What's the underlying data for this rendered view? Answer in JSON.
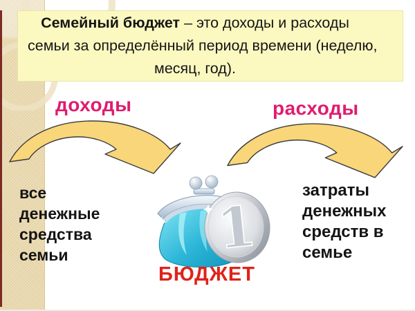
{
  "slide": {
    "title_box": {
      "line1_bold": "Семейный бюджет",
      "line1_rest": " – это доходы и расходы",
      "line2": "семьи за определённый период времени (неделю,",
      "line3": "месяц, год)."
    },
    "income_label": "доходы",
    "expense_label": "расходы",
    "left_note": {
      "lines": [
        "все",
        "денежные",
        "средства",
        "семьи"
      ]
    },
    "right_note": {
      "lines": [
        "затраты",
        "денежных",
        "средств в",
        "семье"
      ]
    },
    "budget_label": "БЮДЖЕТ",
    "coin_digit": "1",
    "icons": {
      "purse_icon": "teal coin purse with silver clasp",
      "coin_icon": "silver one coin",
      "arrow_icon": "curved arrow pointing down-right"
    },
    "colors": {
      "title_bg": "#fbf9c0",
      "strip_beige": "#ead9ae",
      "edge_maroon": "#7d2a25",
      "accent_magenta": "#de1d6f",
      "budget_red": "#df231a",
      "arrow_fill": "#f8d679",
      "arrow_stroke": "#3c3c3c",
      "purse_teal": "#2cb6d8"
    }
  }
}
